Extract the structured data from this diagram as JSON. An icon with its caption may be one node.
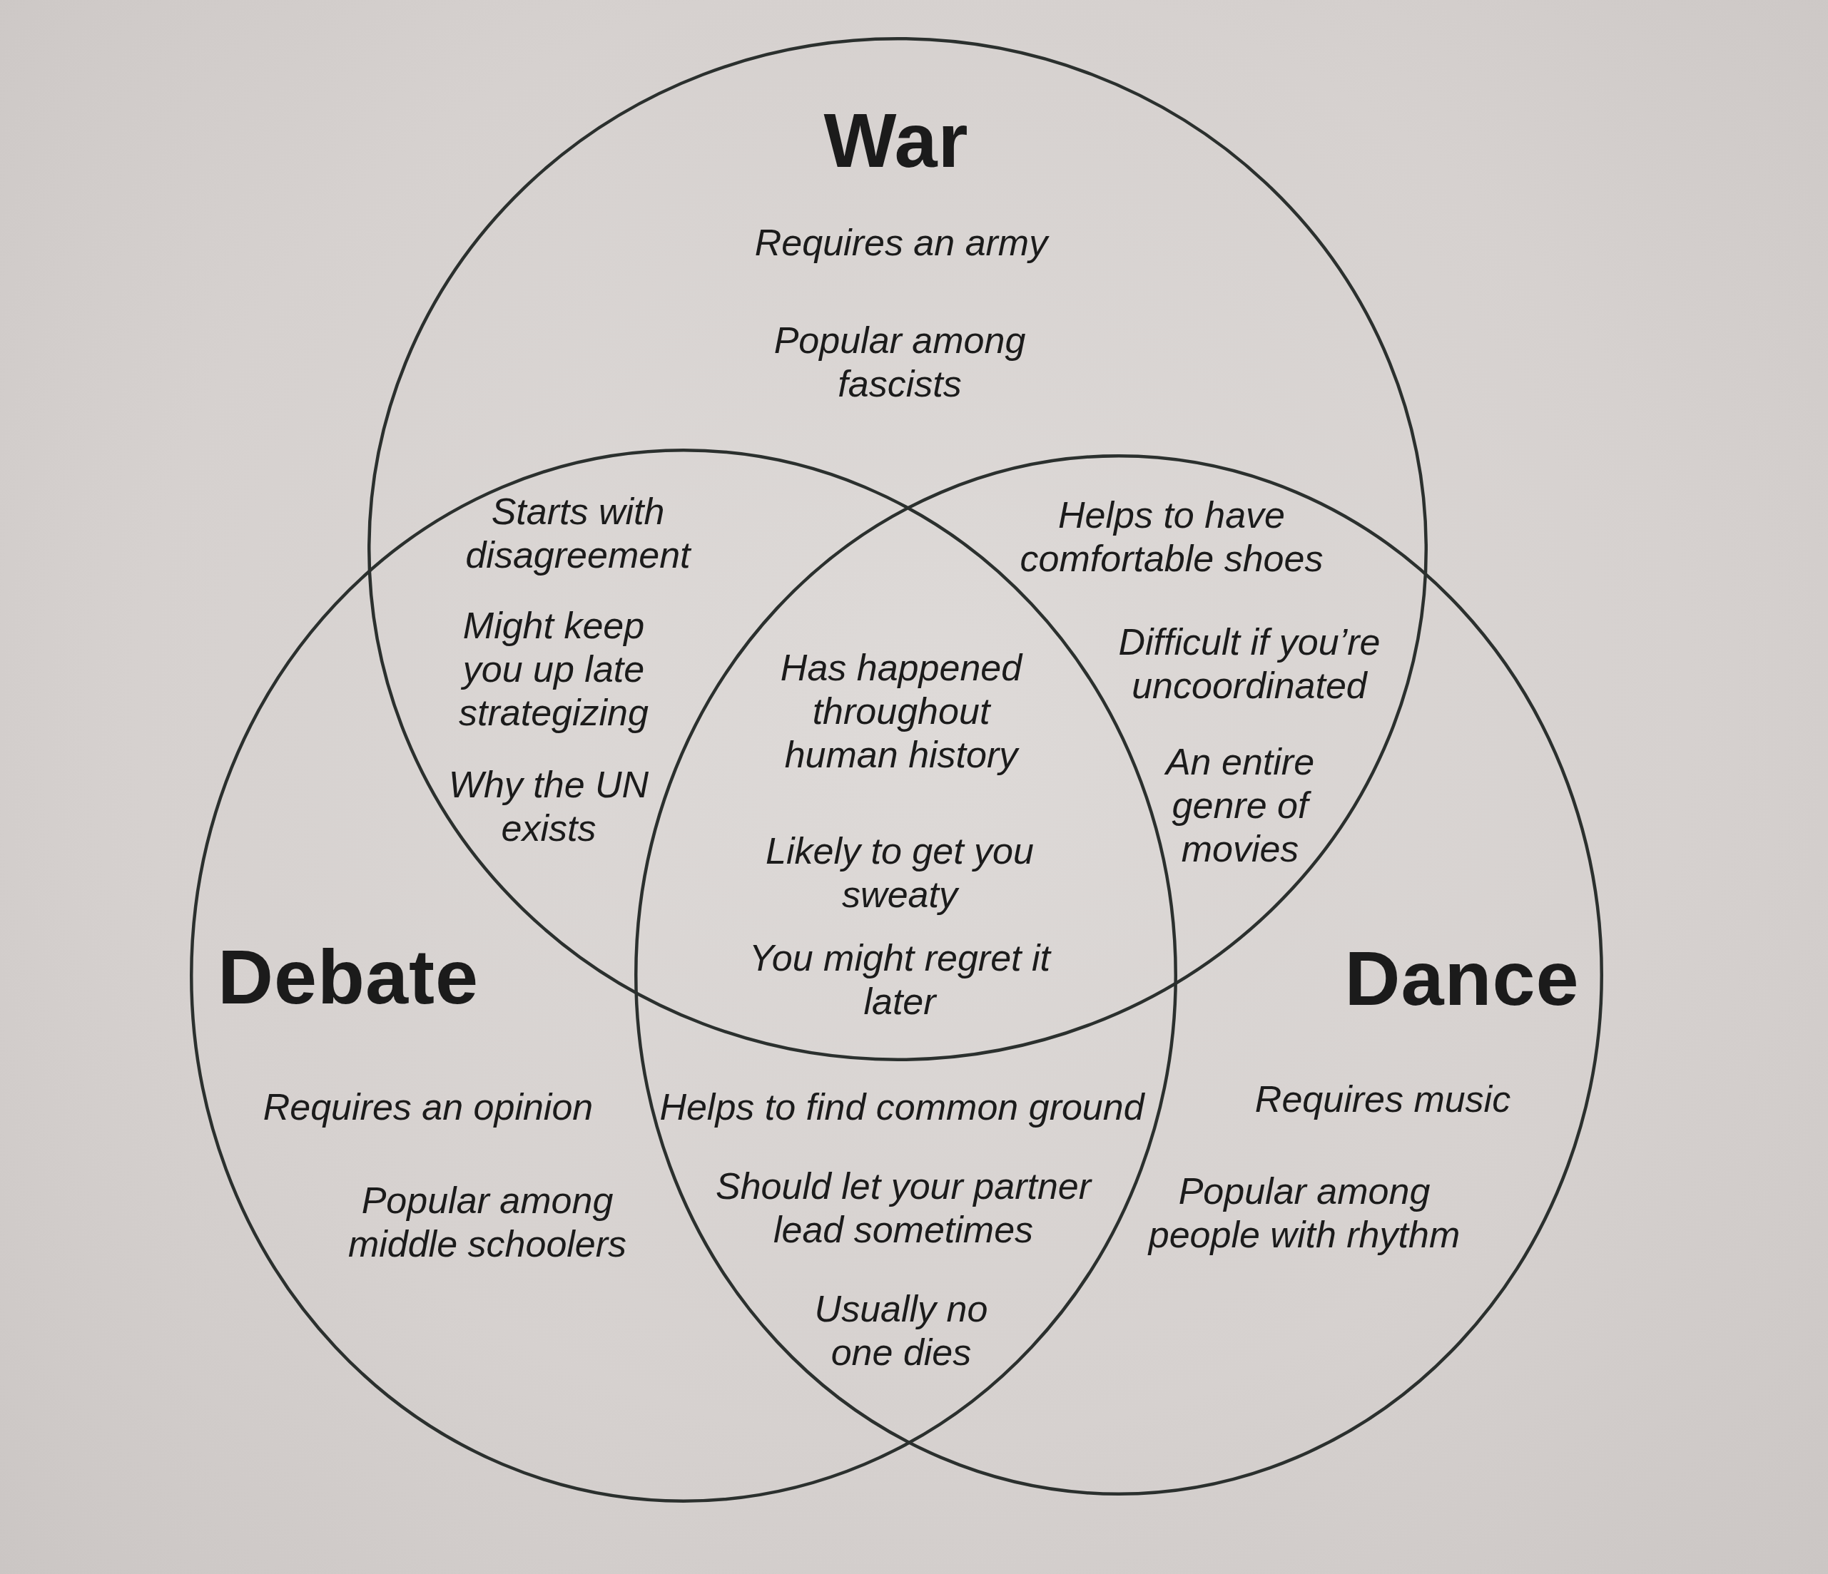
{
  "diagram": {
    "nodes": [
      {
        "text": [
          "War",
          "Requires an army",
          "Popular among fascists"
        ]
      },
      {
        "text": [
          "Debate",
          "Requires an opinion",
          "Popular among middle schoolers"
        ]
      },
      {
        "text": [
          "Dance",
          "Requires music",
          "Popular among people with rhythm"
        ]
      }
    ],
    "labels": [
      "Starts with disagreement",
      "Helps to have comfortable shoes",
      "Might keep you up late strategizing",
      "Difficult if you’re uncoordinated",
      "Has happened throughout human history",
      "Why the UN exists",
      "An entire genre of movies",
      "Likely to get you sweaty",
      "You might regret it later",
      "Helps to find common ground",
      "Should let your partner lead sometimes",
      "Usually no one dies"
    ]
  }
}
